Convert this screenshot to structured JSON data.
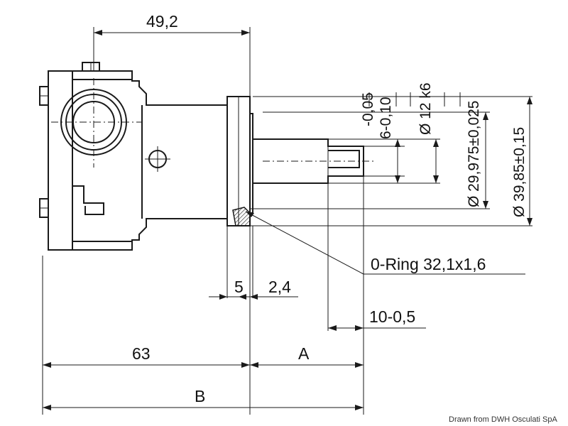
{
  "dimensions": {
    "top_width": "49,2",
    "tol_minus": "-0,05",
    "key_width": "6-0,10",
    "shaft_diameter": "Ø 12 k6",
    "bore_diameter": "Ø 29,975±0,025",
    "flange_diameter": "Ø 39,85±0,15",
    "oring": "0-Ring 32,1x1,6",
    "flange_thickness": "5",
    "oring_offset": "2,4",
    "shaft_length": "10-0,5",
    "body_length": "63",
    "length_a": "A",
    "length_b": "B"
  },
  "credit": "Drawn from DWH Osculati SpA"
}
